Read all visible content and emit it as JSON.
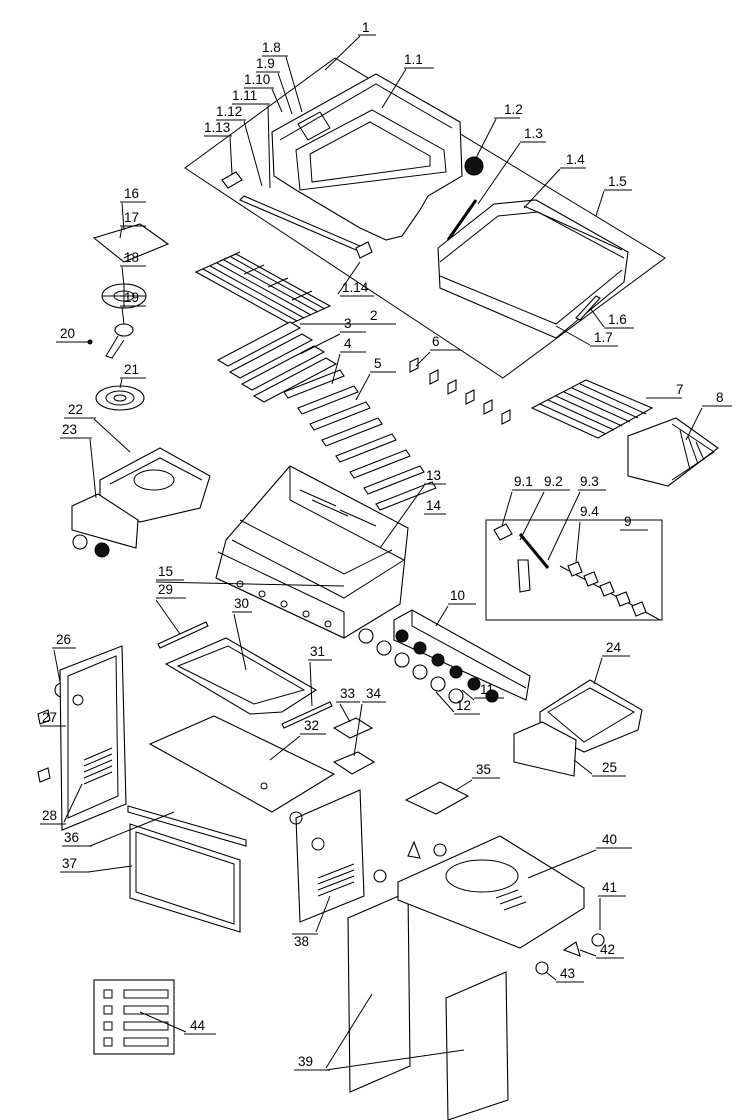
{
  "callouts": {
    "c1": "1",
    "c1_1": "1.1",
    "c1_2": "1.2",
    "c1_3": "1.3",
    "c1_4": "1.4",
    "c1_5": "1.5",
    "c1_6": "1.6",
    "c1_7": "1.7",
    "c1_8": "1.8",
    "c1_9": "1.9",
    "c1_10": "1.10",
    "c1_11": "1.11",
    "c1_12": "1.12",
    "c1_13": "1.13",
    "c1_14": "1.14",
    "c2": "2",
    "c3": "3",
    "c4": "4",
    "c5": "5",
    "c6": "6",
    "c7": "7",
    "c8": "8",
    "c9": "9",
    "c9_1": "9.1",
    "c9_2": "9.2",
    "c9_3": "9.3",
    "c9_4": "9.4",
    "c10": "10",
    "c11": "11",
    "c12": "12",
    "c13": "13",
    "c14": "14",
    "c15": "15",
    "c16": "16",
    "c17": "17",
    "c18": "18",
    "c19": "19",
    "c20": "20",
    "c21": "21",
    "c22": "22",
    "c23": "23",
    "c24": "24",
    "c25": "25",
    "c26": "26",
    "c27": "27",
    "c28": "28",
    "c29": "29",
    "c30": "30",
    "c31": "31",
    "c32": "32",
    "c33": "33",
    "c34": "34",
    "c35": "35",
    "c36": "36",
    "c37": "37",
    "c38": "38",
    "c39": "39",
    "c40": "40",
    "c41": "41",
    "c42": "42",
    "c43": "43",
    "c44": "44"
  }
}
